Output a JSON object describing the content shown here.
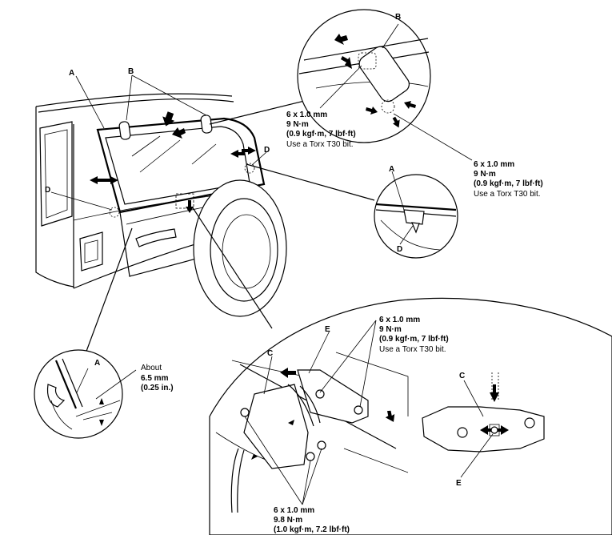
{
  "labels": {
    "A": "A",
    "B": "B",
    "C": "C",
    "D": "D",
    "E": "E"
  },
  "spec_top": {
    "line1": "6 x 1.0 mm",
    "line2": "9 N·m",
    "line3": "(0.9 kgf·m, 7 lbf·ft)",
    "line4": "Use a Torx T30 bit."
  },
  "spec_right": {
    "line1": "6 x 1.0 mm",
    "line2": "9 N·m",
    "line3": "(0.9 kgf·m, 7 lbf·ft)",
    "line4": "Use a Torx T30 bit."
  },
  "spec_hinge": {
    "line1": "6 x 1.0 mm",
    "line2": "9 N·m",
    "line3": "(0.9 kgf·m, 7 lbf·ft)",
    "line4": "Use a Torx T30 bit."
  },
  "spec_bottom": {
    "line1": "6 x 1.0 mm",
    "line2": "9.8 N·m",
    "line3": "(1.0 kgf·m, 7.2 lbf·ft)"
  },
  "gap": {
    "line1": "About",
    "line2": "6.5 mm",
    "line3": "(0.25 in.)"
  }
}
